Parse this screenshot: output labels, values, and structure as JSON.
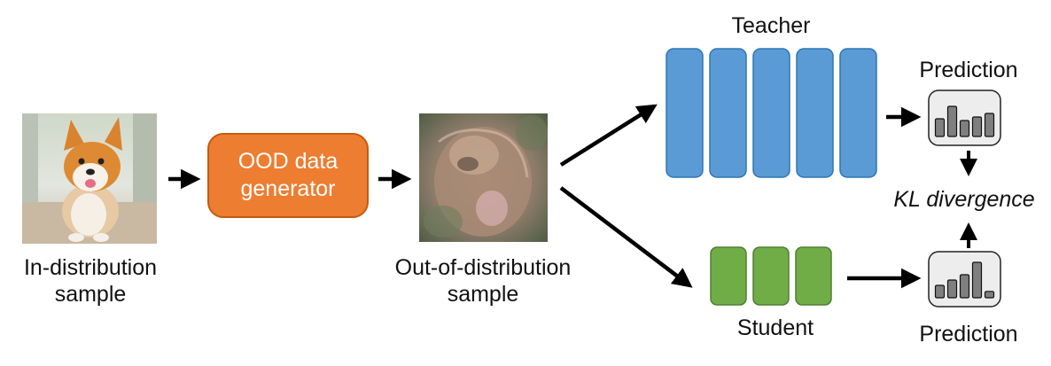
{
  "in_sample": {
    "line1": "In-distribution",
    "line2": "sample"
  },
  "generator": {
    "line1": "OOD data",
    "line2": "generator"
  },
  "ood_sample": {
    "line1": "Out-of-distribution",
    "line2": "sample"
  },
  "teacher": {
    "label": "Teacher",
    "layer_count": 5
  },
  "student": {
    "label": "Student",
    "layer_count": 3
  },
  "teacher_prediction": {
    "label": "Prediction",
    "bars": [
      0.5,
      0.85,
      0.45,
      0.55,
      0.65
    ]
  },
  "student_prediction": {
    "label": "Prediction",
    "bars": [
      0.35,
      0.5,
      0.65,
      1.0,
      0.18
    ]
  },
  "loss": {
    "label": "KL divergence"
  },
  "colors": {
    "teacher_fill": "#5b9bd5",
    "teacher_stroke": "#2e75b6",
    "student_fill": "#70ad47",
    "student_stroke": "#507e32",
    "generator_fill": "#ed7d31",
    "generator_stroke": "#c55a11",
    "bar_fill": "#7f7f7f",
    "pred_box_fill": "#ededed",
    "arrow": "#000000"
  },
  "icons": {
    "in_image": "corgi-photo",
    "ood_image": "ood-photo"
  }
}
